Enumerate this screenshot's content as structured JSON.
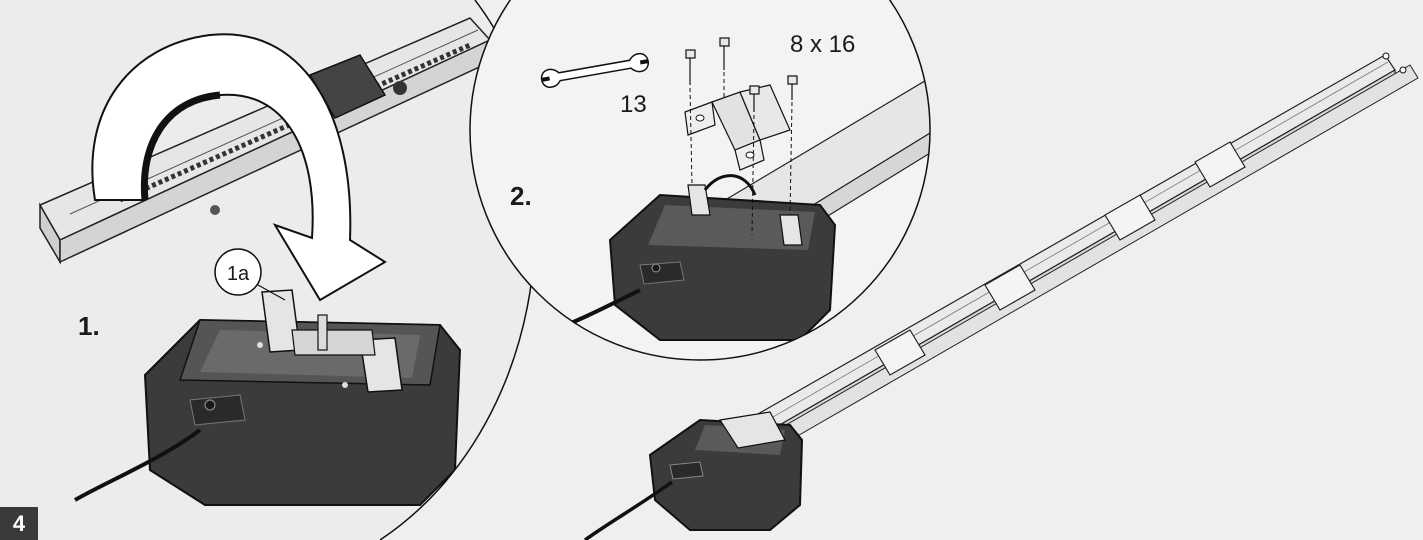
{
  "figure_number": "4",
  "steps": {
    "step1": "1.",
    "step1_callout": "1a",
    "step2": "2."
  },
  "hardware": {
    "screw_size": "8 x 16",
    "wrench_size": "13"
  },
  "colors": {
    "background": "#efefef",
    "motor_body": "#3b3b3b",
    "rail": "#e2e2e2",
    "badge": "#3a3a3a"
  }
}
